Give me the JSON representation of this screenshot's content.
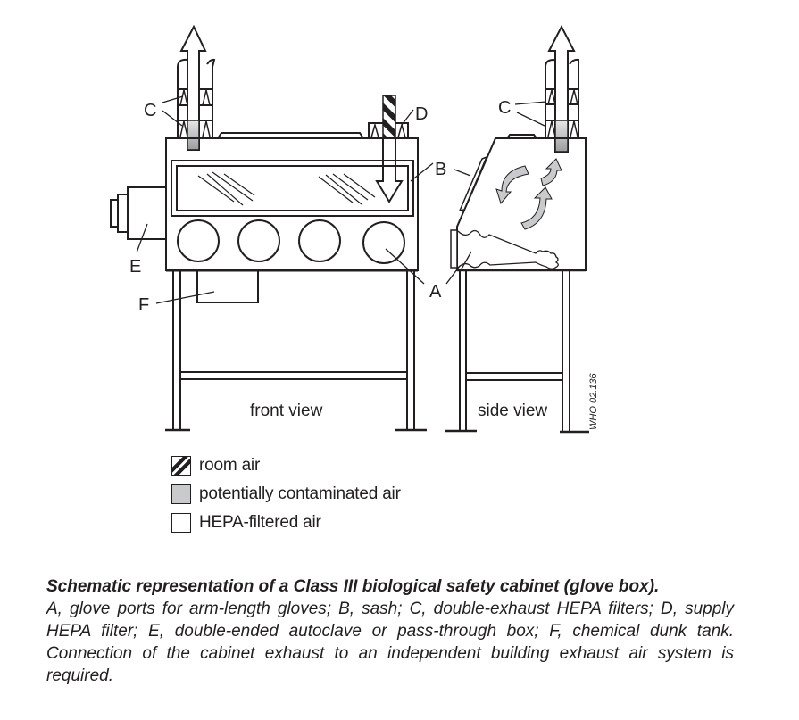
{
  "figure": {
    "labels": {
      "A": "A",
      "B": "B",
      "C": "C",
      "D": "D",
      "E": "E",
      "F": "F"
    },
    "views": {
      "front": "front view",
      "side": "side view"
    },
    "figure_code": "WHO 02.136",
    "colors": {
      "line": "#231f20",
      "contaminated_air": "#c8cacc",
      "hepa_air": "#ffffff"
    }
  },
  "legend": {
    "items": [
      {
        "swatch": "hatched",
        "label": "room air"
      },
      {
        "swatch": "gray",
        "label": "potentially contaminated air"
      },
      {
        "swatch": "white",
        "label": "HEPA-filtered air"
      }
    ]
  },
  "caption": {
    "title": "Schematic representation of a Class III biological safety cabinet (glove box).",
    "body": "A, glove ports for arm-length gloves; B, sash; C, double-exhaust HEPA filters; D, supply HEPA filter; E, double-ended autoclave or pass-through box; F, chemical dunk tank. Connection of the cabinet exhaust to an independent building exhaust air system is required."
  }
}
